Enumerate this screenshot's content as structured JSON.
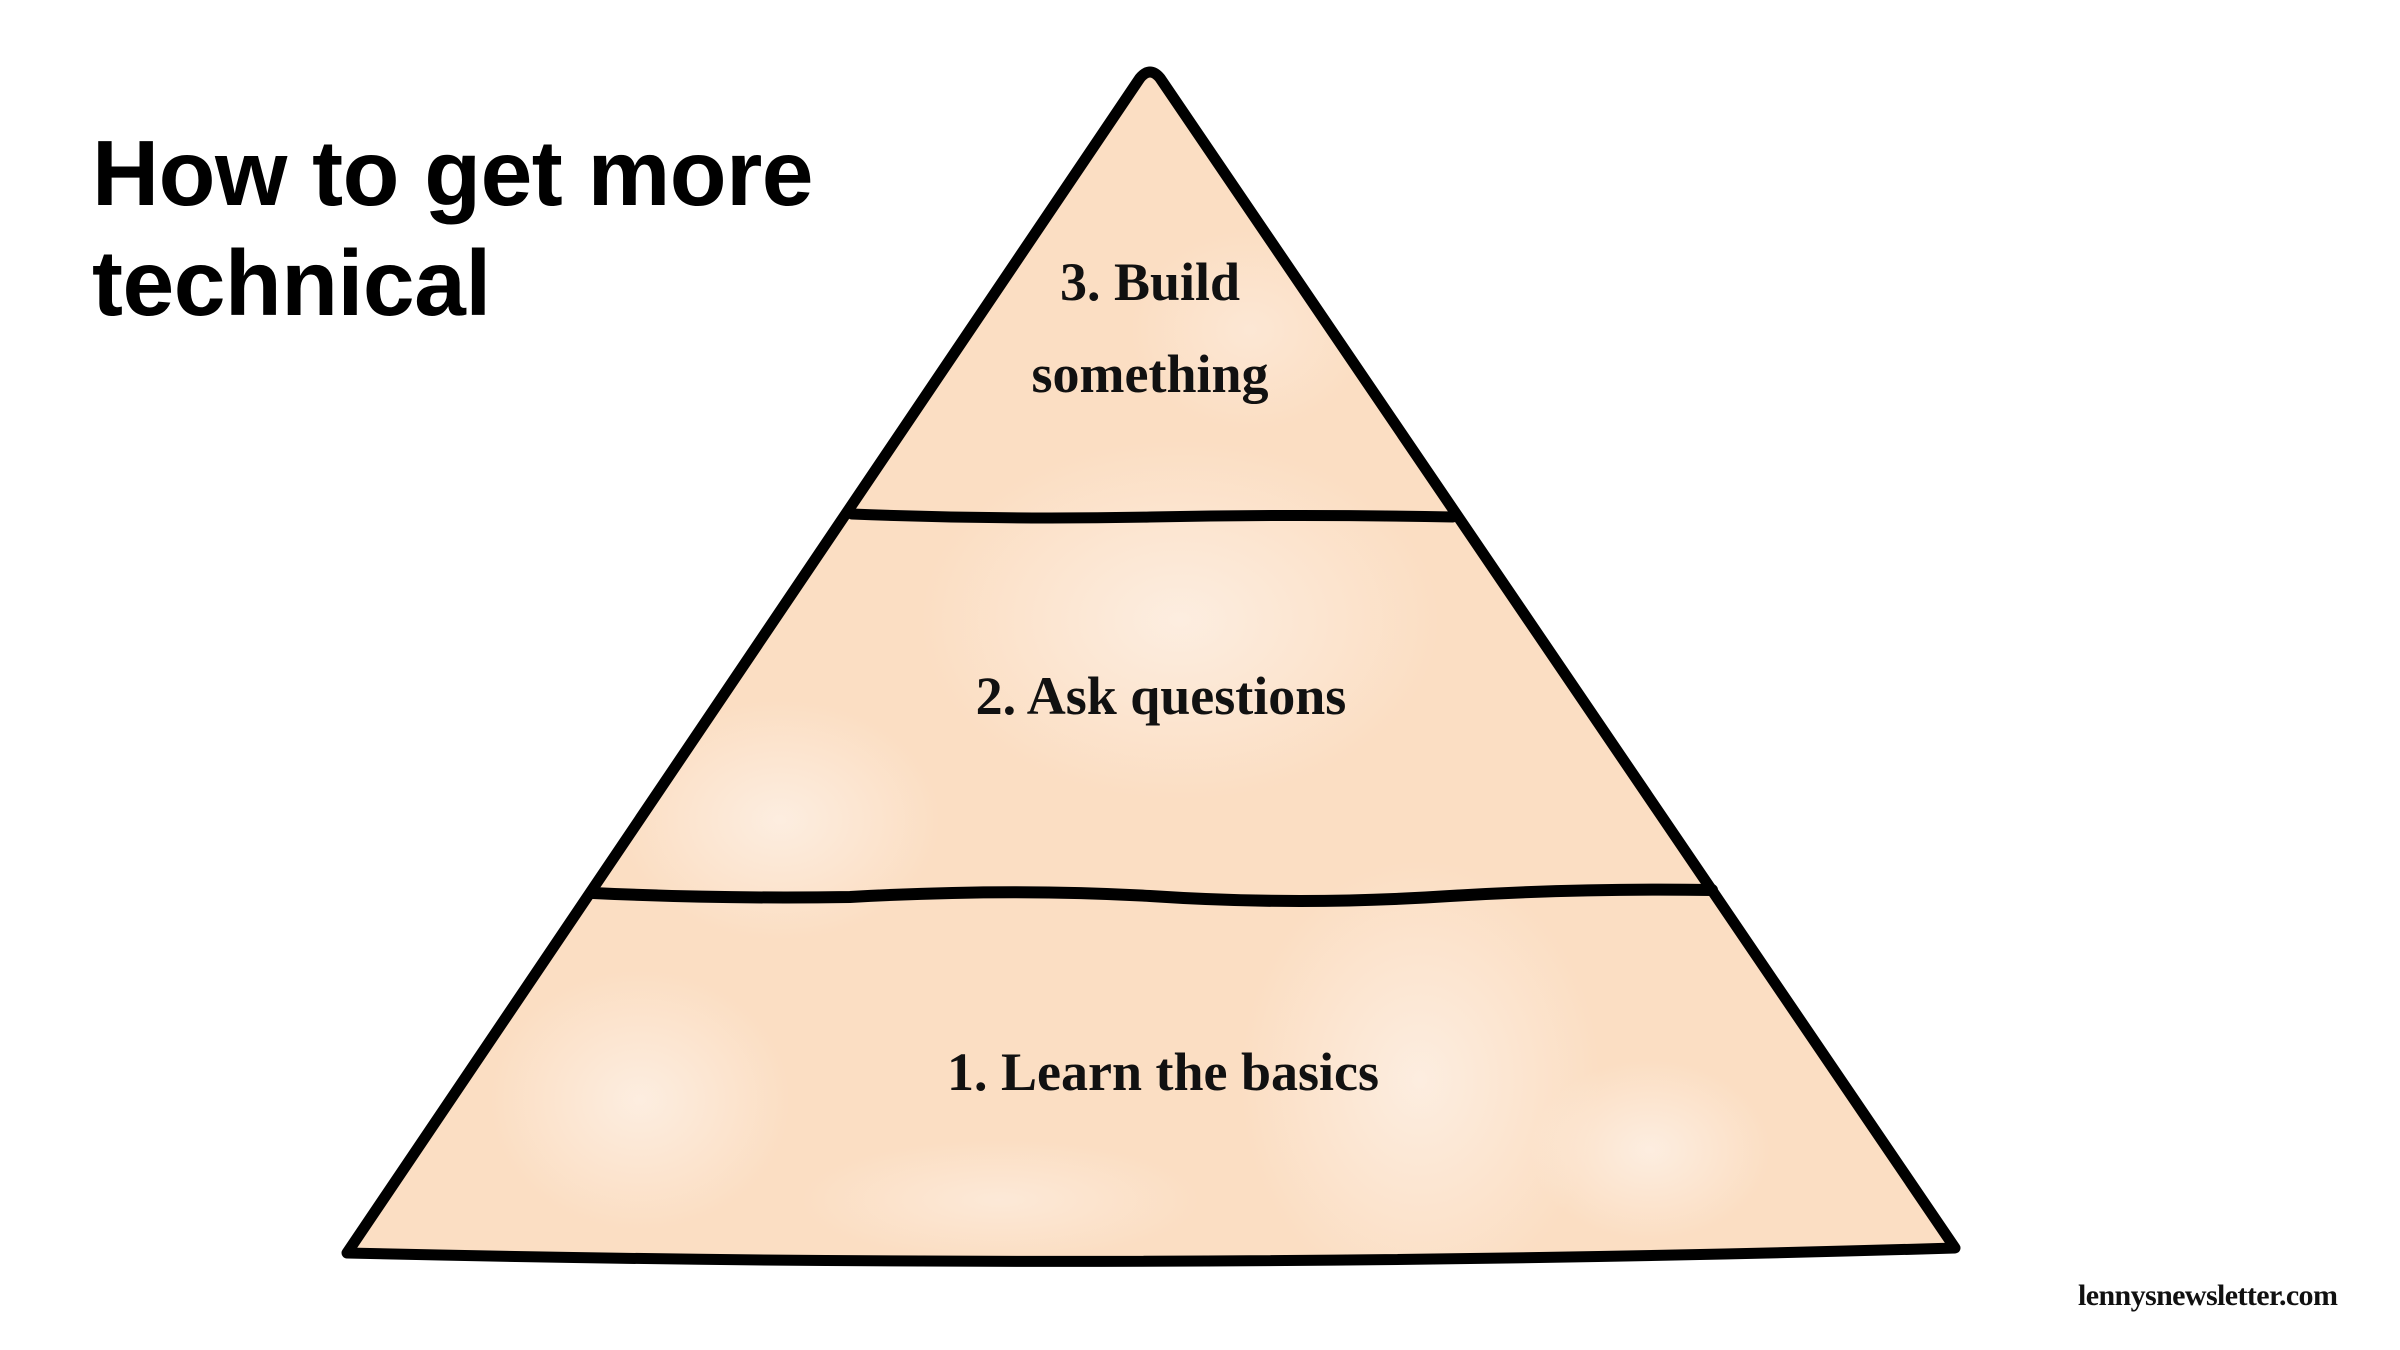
{
  "title": {
    "lines": [
      "How to get more",
      "technical"
    ]
  },
  "pyramid": {
    "fill_color": "#fbdec3",
    "highlight_color": "#fdebdc",
    "stroke_color": "#000000",
    "tiers": [
      {
        "level": 3,
        "lines": [
          "3. Build",
          "something"
        ],
        "position": "top"
      },
      {
        "level": 2,
        "lines": [
          "2. Ask questions"
        ],
        "position": "middle"
      },
      {
        "level": 1,
        "lines": [
          "1. Learn the basics"
        ],
        "position": "bottom"
      }
    ]
  },
  "footer": {
    "watermark": "lennysnewsletter.com"
  }
}
